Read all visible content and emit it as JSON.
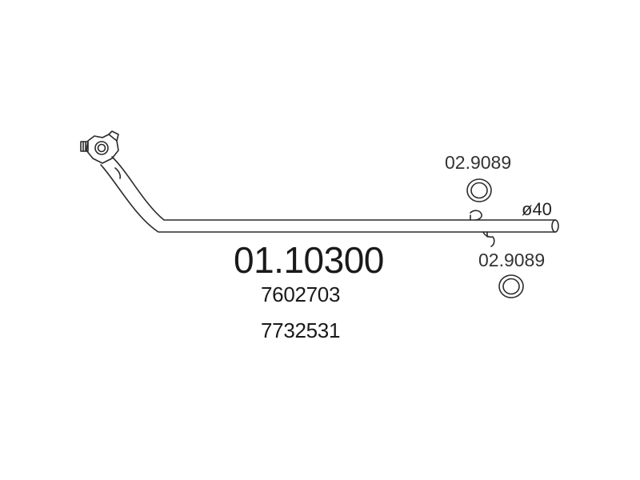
{
  "part": {
    "number": "01.10300",
    "oe_refs": [
      "7602703",
      "7732531"
    ]
  },
  "clamps": [
    {
      "code": "02.9089"
    },
    {
      "code": "02.9089"
    }
  ],
  "pipe": {
    "diameter_symbol": "ø",
    "diameter": "40",
    "diameter_label": "ø40"
  },
  "colors": {
    "line": "#2a2a2a",
    "background": "#ffffff"
  }
}
